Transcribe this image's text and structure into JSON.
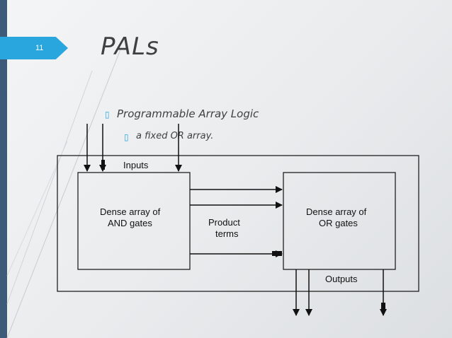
{
  "slide": {
    "number": "11",
    "title": "PALs"
  },
  "bullets": [
    {
      "text": "Programmable Array Logic",
      "level": 1
    },
    {
      "text": "a fixed OR array.",
      "level": 2
    }
  ],
  "diagram": {
    "inputs_label": "Inputs",
    "and_block": {
      "line1": "Dense array of",
      "line2": "AND gates"
    },
    "product_terms": {
      "line1": "Product",
      "line2": "terms"
    },
    "or_block": {
      "line1": "Dense array of",
      "line2": "OR gates"
    },
    "outputs_label": "Outputs"
  },
  "colors": {
    "accent": "#2aa6df",
    "left_bar": "#3d5b79",
    "text": "#404040"
  }
}
